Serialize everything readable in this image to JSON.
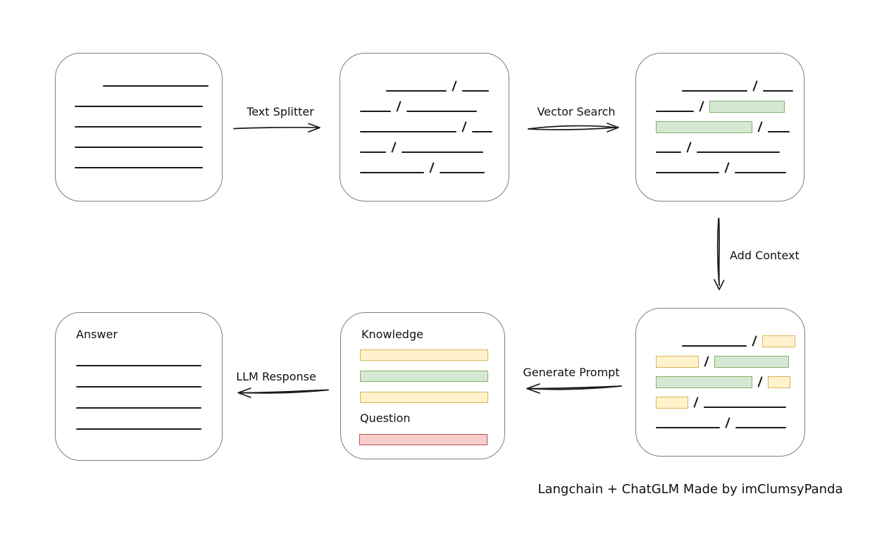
{
  "palette": {
    "green_fill": "#d5e8d4",
    "green_stroke": "#82b366",
    "yellow_fill": "#fff2cc",
    "yellow_stroke": "#d6b656",
    "red_fill": "#f8cecc",
    "red_stroke": "#b85450",
    "box_border": "#7e7e7e",
    "ink": "#1a1a1a"
  },
  "labels": {
    "text_splitter": "Text Splitter",
    "vector_search": "Vector Search",
    "add_context": "Add Context",
    "generate_prompt": "Generate Prompt",
    "llm_response": "LLM Response",
    "knowledge": "Knowledge",
    "question": "Question",
    "answer": "Answer",
    "caption": "Langchain + ChatGLM Made by imClumsyPanda"
  },
  "boxes": {
    "document": {
      "rows": [
        [
          {
            "t": "space",
            "w": 32
          },
          {
            "t": "line",
            "w": 150
          }
        ],
        [
          {
            "t": "line",
            "w": 182
          }
        ],
        [
          {
            "t": "line",
            "w": 180
          }
        ],
        [
          {
            "t": "line",
            "w": 182
          }
        ],
        [
          {
            "t": "line",
            "w": 182
          }
        ]
      ]
    },
    "chunks": {
      "rows": [
        [
          {
            "t": "space",
            "w": 29
          },
          {
            "t": "line",
            "w": 86
          },
          {
            "t": "slash"
          },
          {
            "t": "line",
            "w": 38
          }
        ],
        [
          {
            "t": "line",
            "w": 44
          },
          {
            "t": "slash"
          },
          {
            "t": "line",
            "w": 100
          }
        ],
        [
          {
            "t": "line",
            "w": 137
          },
          {
            "t": "slash"
          },
          {
            "t": "line",
            "w": 29
          }
        ],
        [
          {
            "t": "line",
            "w": 37
          },
          {
            "t": "slash"
          },
          {
            "t": "line",
            "w": 116
          }
        ],
        [
          {
            "t": "line",
            "w": 91
          },
          {
            "t": "slash"
          },
          {
            "t": "line",
            "w": 64
          }
        ]
      ]
    },
    "matched_chunks": {
      "rows": [
        [
          {
            "t": "space",
            "w": 29
          },
          {
            "t": "line",
            "w": 93
          },
          {
            "t": "slash"
          },
          {
            "t": "line",
            "w": 43
          }
        ],
        [
          {
            "t": "line",
            "w": 54
          },
          {
            "t": "slash"
          },
          {
            "t": "rect",
            "c": "green",
            "w": 107
          }
        ],
        [
          {
            "t": "rect",
            "c": "green",
            "w": 137
          },
          {
            "t": "slash"
          },
          {
            "t": "line",
            "w": 31
          }
        ],
        [
          {
            "t": "line",
            "w": 36
          },
          {
            "t": "slash"
          },
          {
            "t": "line",
            "w": 118
          }
        ],
        [
          {
            "t": "line",
            "w": 90
          },
          {
            "t": "slash"
          },
          {
            "t": "line",
            "w": 73
          }
        ]
      ]
    },
    "context_chunks": {
      "rows": [
        [
          {
            "t": "space",
            "w": 29
          },
          {
            "t": "line",
            "w": 92
          },
          {
            "t": "slash"
          },
          {
            "t": "rect",
            "c": "yellow",
            "w": 47
          }
        ],
        [
          {
            "t": "rect",
            "c": "yellow",
            "w": 61
          },
          {
            "t": "slash"
          },
          {
            "t": "rect",
            "c": "green",
            "w": 106
          }
        ],
        [
          {
            "t": "rect",
            "c": "green",
            "w": 137
          },
          {
            "t": "slash"
          },
          {
            "t": "rect",
            "c": "yellow",
            "w": 32
          }
        ],
        [
          {
            "t": "rect",
            "c": "yellow",
            "w": 46
          },
          {
            "t": "slash"
          },
          {
            "t": "line",
            "w": 117
          }
        ],
        [
          {
            "t": "line",
            "w": 91
          },
          {
            "t": "slash"
          },
          {
            "t": "line",
            "w": 72
          }
        ]
      ]
    },
    "prompt": {
      "knowledge_bars": [
        {
          "c": "yellow"
        },
        {
          "c": "green"
        },
        {
          "c": "yellow"
        }
      ],
      "question_bar": {
        "c": "red"
      }
    },
    "answer": {
      "rows": [
        [
          {
            "t": "line",
            "w": 178
          }
        ],
        [
          {
            "t": "line",
            "w": 178
          }
        ],
        [
          {
            "t": "line",
            "w": 178
          }
        ],
        [
          {
            "t": "line",
            "w": 178
          }
        ]
      ]
    }
  }
}
